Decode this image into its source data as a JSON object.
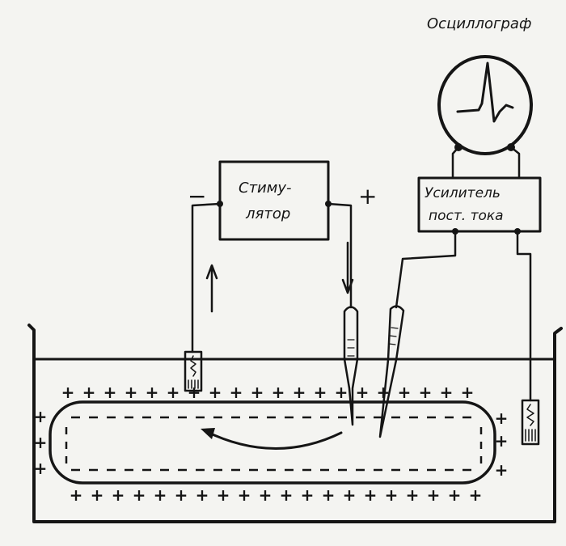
{
  "labels": {
    "oscillograph": "Осциллограф",
    "stimulator_line1": "Стиму-",
    "stimulator_line2": "лятор",
    "amplifier_line1": "Усилитель",
    "amplifier_line2": "пост. тока",
    "minus": "−",
    "plus": "+"
  },
  "charges": {
    "outer_sign": "+",
    "inner_sign": "−"
  }
}
